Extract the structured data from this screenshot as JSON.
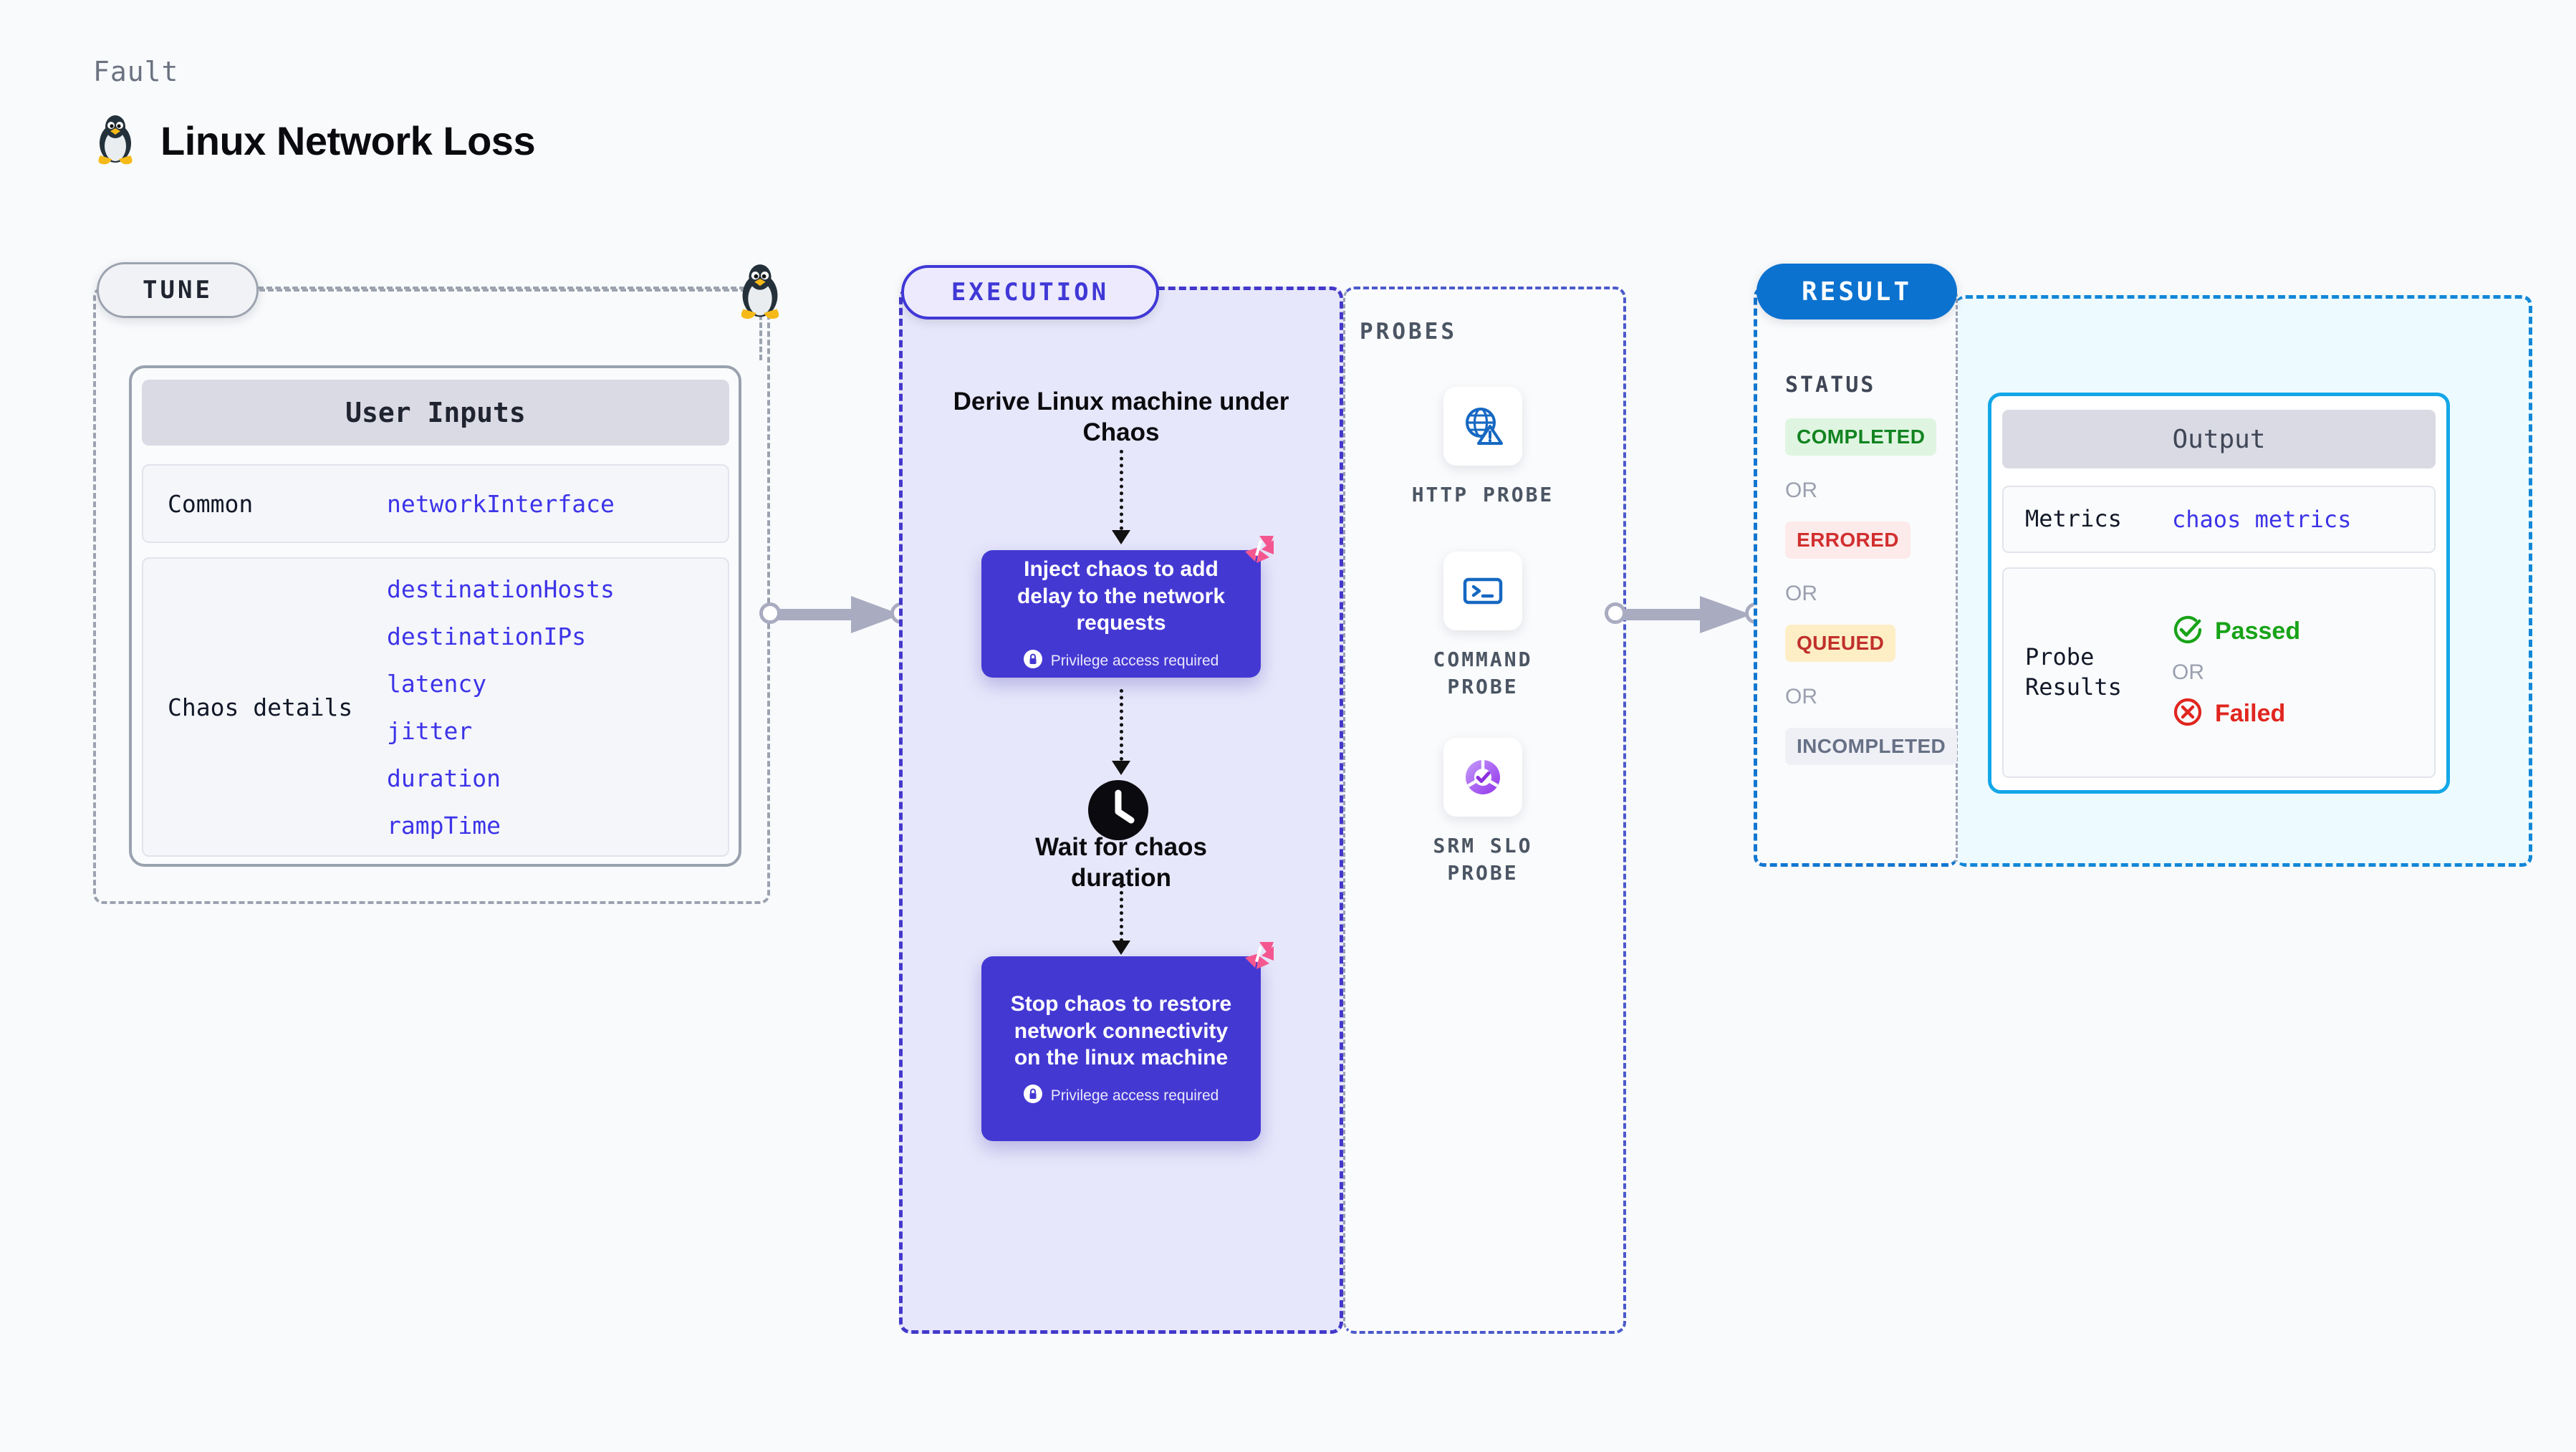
{
  "header": {
    "eyebrow": "Fault",
    "title": "Linux Network Loss",
    "icon": "linux-penguin-icon"
  },
  "tune": {
    "pill_label": "TUNE",
    "badge_icon": "linux-penguin-icon",
    "card": {
      "title": "User Inputs",
      "rows": [
        {
          "label": "Common",
          "values": [
            "networkInterface"
          ]
        },
        {
          "label": "Chaos details",
          "values": [
            "destinationHosts",
            "destinationIPs",
            "latency",
            "jitter",
            "duration",
            "rampTime"
          ]
        }
      ]
    }
  },
  "execution": {
    "pill_label": "EXECUTION",
    "nodes": [
      {
        "type": "title",
        "text": "Derive Linux machine under Chaos"
      },
      {
        "type": "chaos",
        "text": "Inject chaos to add delay to the network requests",
        "privilege": "Privilege access required",
        "badge_icon": "harness-logo-icon",
        "lock_icon": "lock-icon"
      },
      {
        "type": "wait",
        "icon": "clock-icon",
        "text": "Wait for chaos duration"
      },
      {
        "type": "chaos",
        "text": "Stop chaos to restore network connectivity on the linux machine",
        "privilege": "Privilege access required",
        "badge_icon": "harness-logo-icon",
        "lock_icon": "lock-icon"
      }
    ]
  },
  "probes": {
    "label": "PROBES",
    "items": [
      {
        "caption": "HTTP  PROBE",
        "icon": "globe-warning-icon"
      },
      {
        "caption": "COMMAND PROBE",
        "icon": "terminal-icon"
      },
      {
        "caption": "SRM  SLO PROBE",
        "icon": "slo-donut-check-icon"
      }
    ]
  },
  "result": {
    "pill_label": "RESULT",
    "status_label": "STATUS",
    "or_label": "OR",
    "statuses": [
      {
        "text": "COMPLETED",
        "bg": "#dff5e1",
        "fg": "#128321"
      },
      {
        "text": "ERRORED",
        "bg": "#fdeaea",
        "fg": "#d12f2f"
      },
      {
        "text": "QUEUED",
        "bg": "#fdeec6",
        "fg": "#c0302b"
      },
      {
        "text": "INCOMPLETED",
        "bg": "#eef0f5",
        "fg": "#667086"
      }
    ],
    "output": {
      "title": "Output",
      "rows": [
        {
          "label": "Metrics",
          "value": "chaos metrics"
        },
        {
          "label": "Probe Results",
          "pass": "Passed",
          "or": "OR",
          "fail": "Failed",
          "pass_icon": "check-circle-icon",
          "fail_icon": "x-circle-icon"
        }
      ]
    }
  },
  "connectors": {
    "arrow_1": "arrow-tune-to-execution",
    "arrow_2": "arrow-probes-to-result"
  },
  "colors": {
    "page_bg": "#f8fafc",
    "tune_border": "#9ca3af",
    "execution_bg": "#e7e7fb",
    "execution_border": "#4338ca",
    "chaos_card": "#4438d3",
    "result_pill": "#0b72d0",
    "result_border": "#1287d8",
    "result_bg": "#edfaff",
    "output_border": "#13a7e8",
    "mono_accent": "#3d34e8",
    "harness_pink": "#f4578f"
  }
}
